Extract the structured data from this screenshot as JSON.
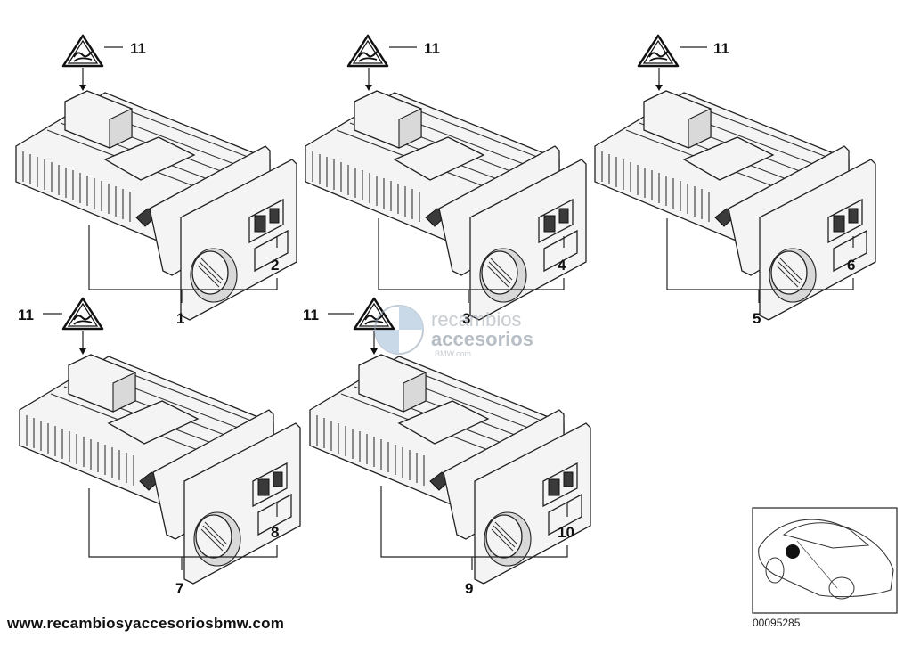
{
  "diagram": {
    "modules": [
      {
        "ref": "1",
        "knob_label": "2",
        "warning_label": "11"
      },
      {
        "ref": "3",
        "knob_label": "4",
        "warning_label": "11"
      },
      {
        "ref": "5",
        "knob_label": "6",
        "warning_label": "11"
      },
      {
        "ref": "7",
        "knob_label": "8",
        "warning_label": "11"
      },
      {
        "ref": "9",
        "knob_label": "10",
        "warning_label": "11"
      }
    ],
    "watermark": {
      "line1": "recambios",
      "line2": "accesorios",
      "line3": "BMW.com"
    },
    "footer_url": "www.recambiosyaccesoriosbmw.com",
    "diagram_code": "00095285"
  }
}
